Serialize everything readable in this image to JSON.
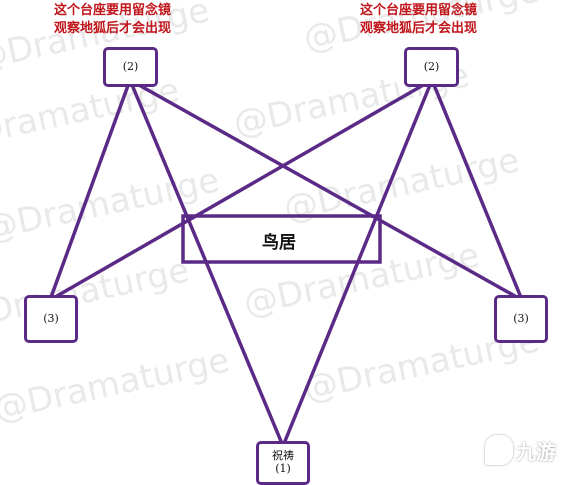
{
  "watermark_text": "@Dramaturge",
  "notes": {
    "left": [
      "这个台座要用留念镜",
      "观察地狐后才会出现"
    ],
    "right": [
      "这个台座要用留念镜",
      "观察地狐后才会出现"
    ]
  },
  "nodes": {
    "top_left": "(2)",
    "top_right": "(2)",
    "mid_left": "(3)",
    "mid_right": "(3)",
    "bottom": [
      "祝祷",
      "(1)"
    ]
  },
  "torii_label": "鸟居",
  "logo_text": "九游",
  "colors": {
    "line": "#5b2a86",
    "note": "#c0151b"
  }
}
